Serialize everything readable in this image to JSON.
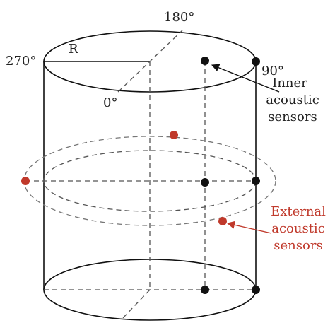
{
  "labels": {
    "angle_180": "180°",
    "angle_270": "270°",
    "angle_90": "90°",
    "angle_0": "0°",
    "radius": "R",
    "inner_line1": "Inner",
    "inner_line2": "acoustic",
    "inner_line3": "sensors",
    "external_line1": "External",
    "external_line2": "acoustic",
    "external_line3": "sensors"
  },
  "colors": {
    "line": "#111111",
    "dashed": "#555555",
    "inner_sensor": "#111111",
    "external_sensor": "#c0392b",
    "external_label": "#c0392b"
  }
}
